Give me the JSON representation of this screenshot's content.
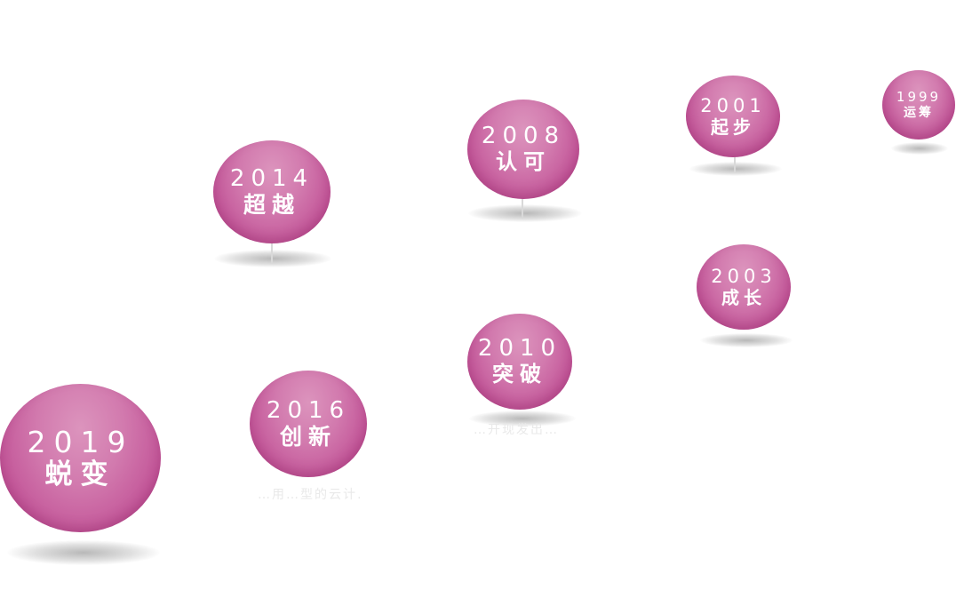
{
  "milestones": [
    {
      "id": "1999",
      "year": "1999",
      "label": "运筹"
    },
    {
      "id": "2001",
      "year": "2001",
      "label": "起步"
    },
    {
      "id": "2003",
      "year": "2003",
      "label": "成长"
    },
    {
      "id": "2008",
      "year": "2008",
      "label": "认可"
    },
    {
      "id": "2010",
      "year": "2010",
      "label": "突破"
    },
    {
      "id": "2014",
      "year": "2014",
      "label": "超越"
    },
    {
      "id": "2016",
      "year": "2016",
      "label": "创新"
    },
    {
      "id": "2019",
      "year": "2019",
      "label": "蜕变"
    }
  ],
  "hidden_text": {
    "t2010": "…开现发出…",
    "t2016": "…用…型的云计…"
  }
}
